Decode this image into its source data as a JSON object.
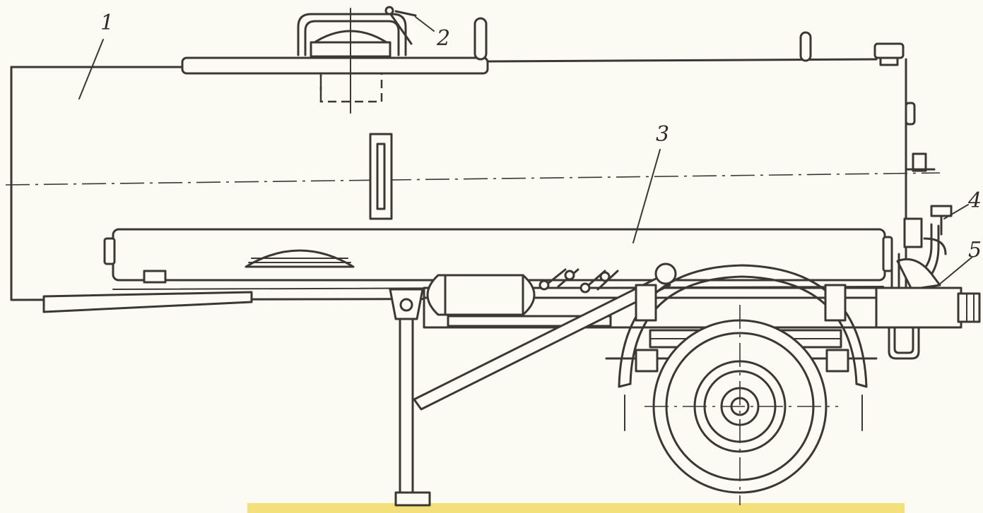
{
  "callouts": {
    "c1": "1",
    "c2": "2",
    "c3": "3",
    "c4": "4",
    "c5": "5"
  },
  "colors": {
    "ink": "#3a3734",
    "paper": "#fbfbf4",
    "ground_strip": "#f4e07a"
  }
}
